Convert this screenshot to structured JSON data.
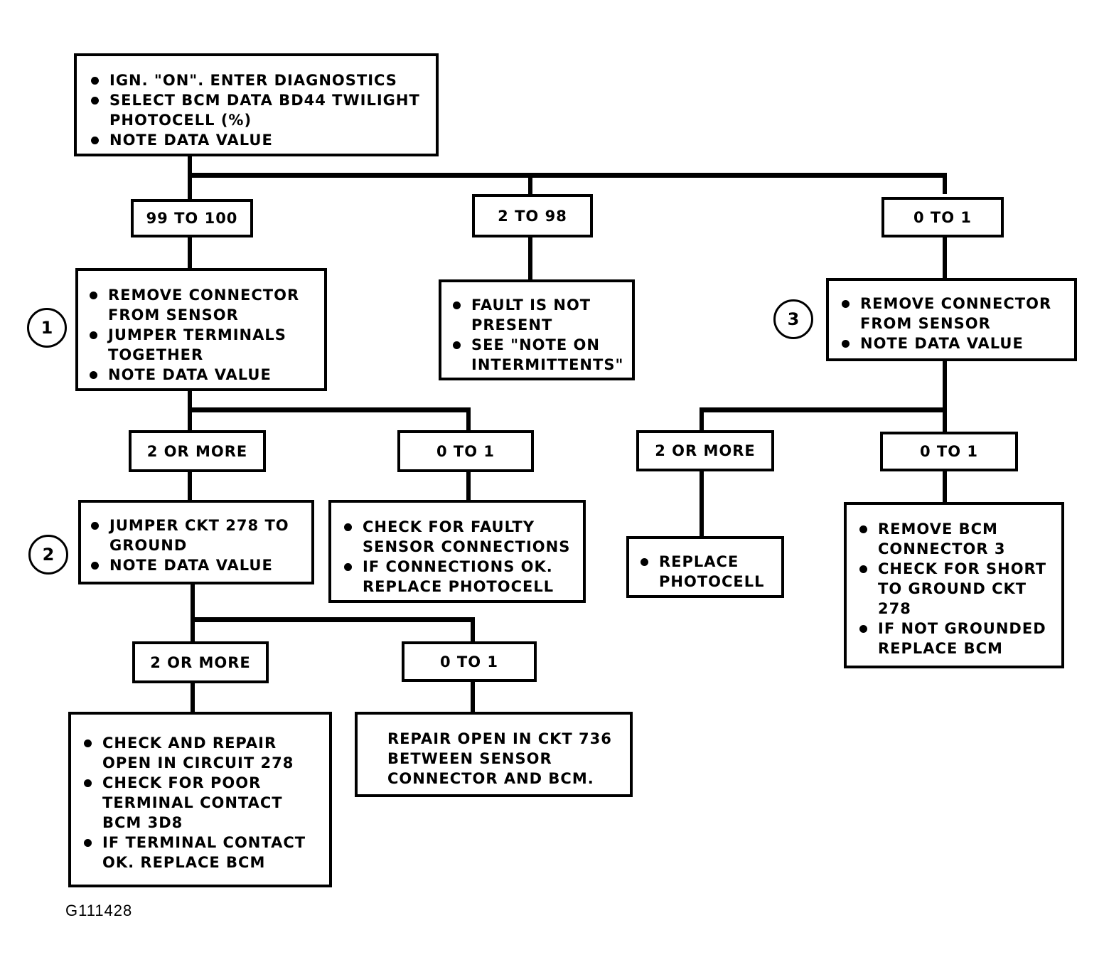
{
  "start": {
    "items": [
      "IGN. \"ON\". ENTER DIAGNOSTICS",
      "SELECT BCM DATA BD44 TWILIGHT PHOTOCELL (%)",
      "NOTE DATA VALUE"
    ]
  },
  "branches": {
    "b1": "99 TO 100",
    "b2": "2 TO 98",
    "b3": "0 TO 1"
  },
  "step1": {
    "marker": "1",
    "items": [
      "REMOVE CONNECTOR FROM SENSOR",
      "JUMPER TERMINALS TOGETHER",
      "NOTE DATA VALUE"
    ],
    "r1": "2 OR MORE",
    "r2": "0 TO 1"
  },
  "not_present": {
    "items": [
      "FAULT IS NOT PRESENT",
      "SEE \"NOTE ON INTERMITTENTS\""
    ]
  },
  "step3": {
    "marker": "3",
    "items": [
      "REMOVE CONNECTOR FROM SENSOR",
      "NOTE DATA VALUE"
    ],
    "r1": "2 OR MORE",
    "r2": "0 TO 1"
  },
  "step2": {
    "marker": "2",
    "items": [
      "JUMPER  CKT 278 TO GROUND",
      "NOTE DATA VALUE"
    ],
    "r1": "2 OR MORE",
    "r2": "0 TO 1"
  },
  "faulty_conn": {
    "items": [
      "CHECK FOR FAULTY SENSOR CONNECTIONS",
      "IF CONNECTIONS OK. REPLACE PHOTOCELL"
    ]
  },
  "replace_photocell": {
    "items": [
      "REPLACE PHOTOCELL"
    ]
  },
  "remove_bcm": {
    "items": [
      "REMOVE BCM CONNECTOR 3",
      "CHECK FOR SHORT TO GROUND CKT 278",
      "IF NOT GROUNDED REPLACE BCM"
    ]
  },
  "repair_278": {
    "items": [
      "CHECK AND REPAIR OPEN IN CIRCUIT 278",
      "CHECK FOR POOR TERMINAL CONTACT BCM 3D8",
      "IF TERMINAL CONTACT OK. REPLACE BCM"
    ]
  },
  "repair_736": {
    "text": "REPAIR OPEN IN CKT 736 BETWEEN SENSOR CONNECTOR AND BCM."
  },
  "figure_id": "G111428"
}
